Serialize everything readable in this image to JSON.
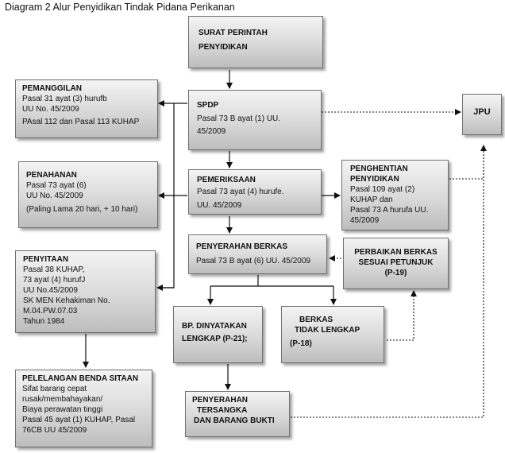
{
  "title": "Diagram 2 Alur Penyidikan Tindak Pidana Perikanan",
  "boxes": {
    "surat_perintah": [
      "SURAT PERINTAH",
      "PENYIDIKAN"
    ],
    "spdp": {
      "heading": "SPDP",
      "lines": [
        "Pasal 73 B ayat (1) UU.",
        "45/2009"
      ]
    },
    "jpu": "JPU",
    "pemanggilan": {
      "heading": "PEMANGGILAN",
      "lines": [
        "Pasal 31 ayat (3)  hurufb",
        " UU No.  45/2009",
        "PAsal 112 dan Pasal 113 KUHAP"
      ]
    },
    "penahanan": {
      "heading": "PENAHANAN",
      "lines": [
        "Pasal 73 ayat (6)",
        "UU No. 45/2009",
        " (Paling Lama 20 hari, + 10 hari)"
      ]
    },
    "pemeriksaan": {
      "heading": "PEMERIKSAAN",
      "lines": [
        "Pasal 73 ayat (4)  hurufe.",
        " UU. 45/2009"
      ]
    },
    "penghentian": {
      "heading": "PENGHENTIAN",
      "lines": [
        "PENYIDIKAN",
        "Pasal 109 ayat (2)",
        "KUHAP  dan",
        "Pasal 73 A hurufa UU.",
        "45/2009"
      ]
    },
    "penyerahan_berkas": {
      "heading": "PENYERAHAN BERKAS",
      "lines": [
        "Pasal 73 B ayat (6) UU. 45/2009"
      ]
    },
    "perbaikan": [
      "PERBAIKAN BERKAS",
      "SESUAI PETUNJUK",
      "(P-19)"
    ],
    "penyitaan": {
      "heading": "PENYITAAN",
      "lines": [
        "Pasal 38 KUHAP,",
        "73 ayat (4) hurufJ",
        "UU No.45/2009",
        "SK MEN Kehakiman No.",
        "M.04.PW.07.03",
        "Tahun 1984"
      ]
    },
    "lengkap": [
      "BP. DINYATAKAN",
      "LENGKAP (P-21);"
    ],
    "tidak_lengkap": [
      "BERKAS",
      "TIDAK LENGKAP",
      "(P-18)"
    ],
    "pelelangan": {
      "heading": "PELELANGAN BENDA SITAAN",
      "lines": [
        "Sifat barang cepat",
        "rusak/membahayakan/",
        "Biaya perawatan tinggi",
        "Pasal 45 ayat (1) KUHAP, Pasal",
        "76CB UU 45/2009"
      ]
    },
    "penyerahan_tersangka": [
      "PENYERAHAN",
      "TERSANGKA",
      "DAN BARANG BUKTI"
    ]
  }
}
